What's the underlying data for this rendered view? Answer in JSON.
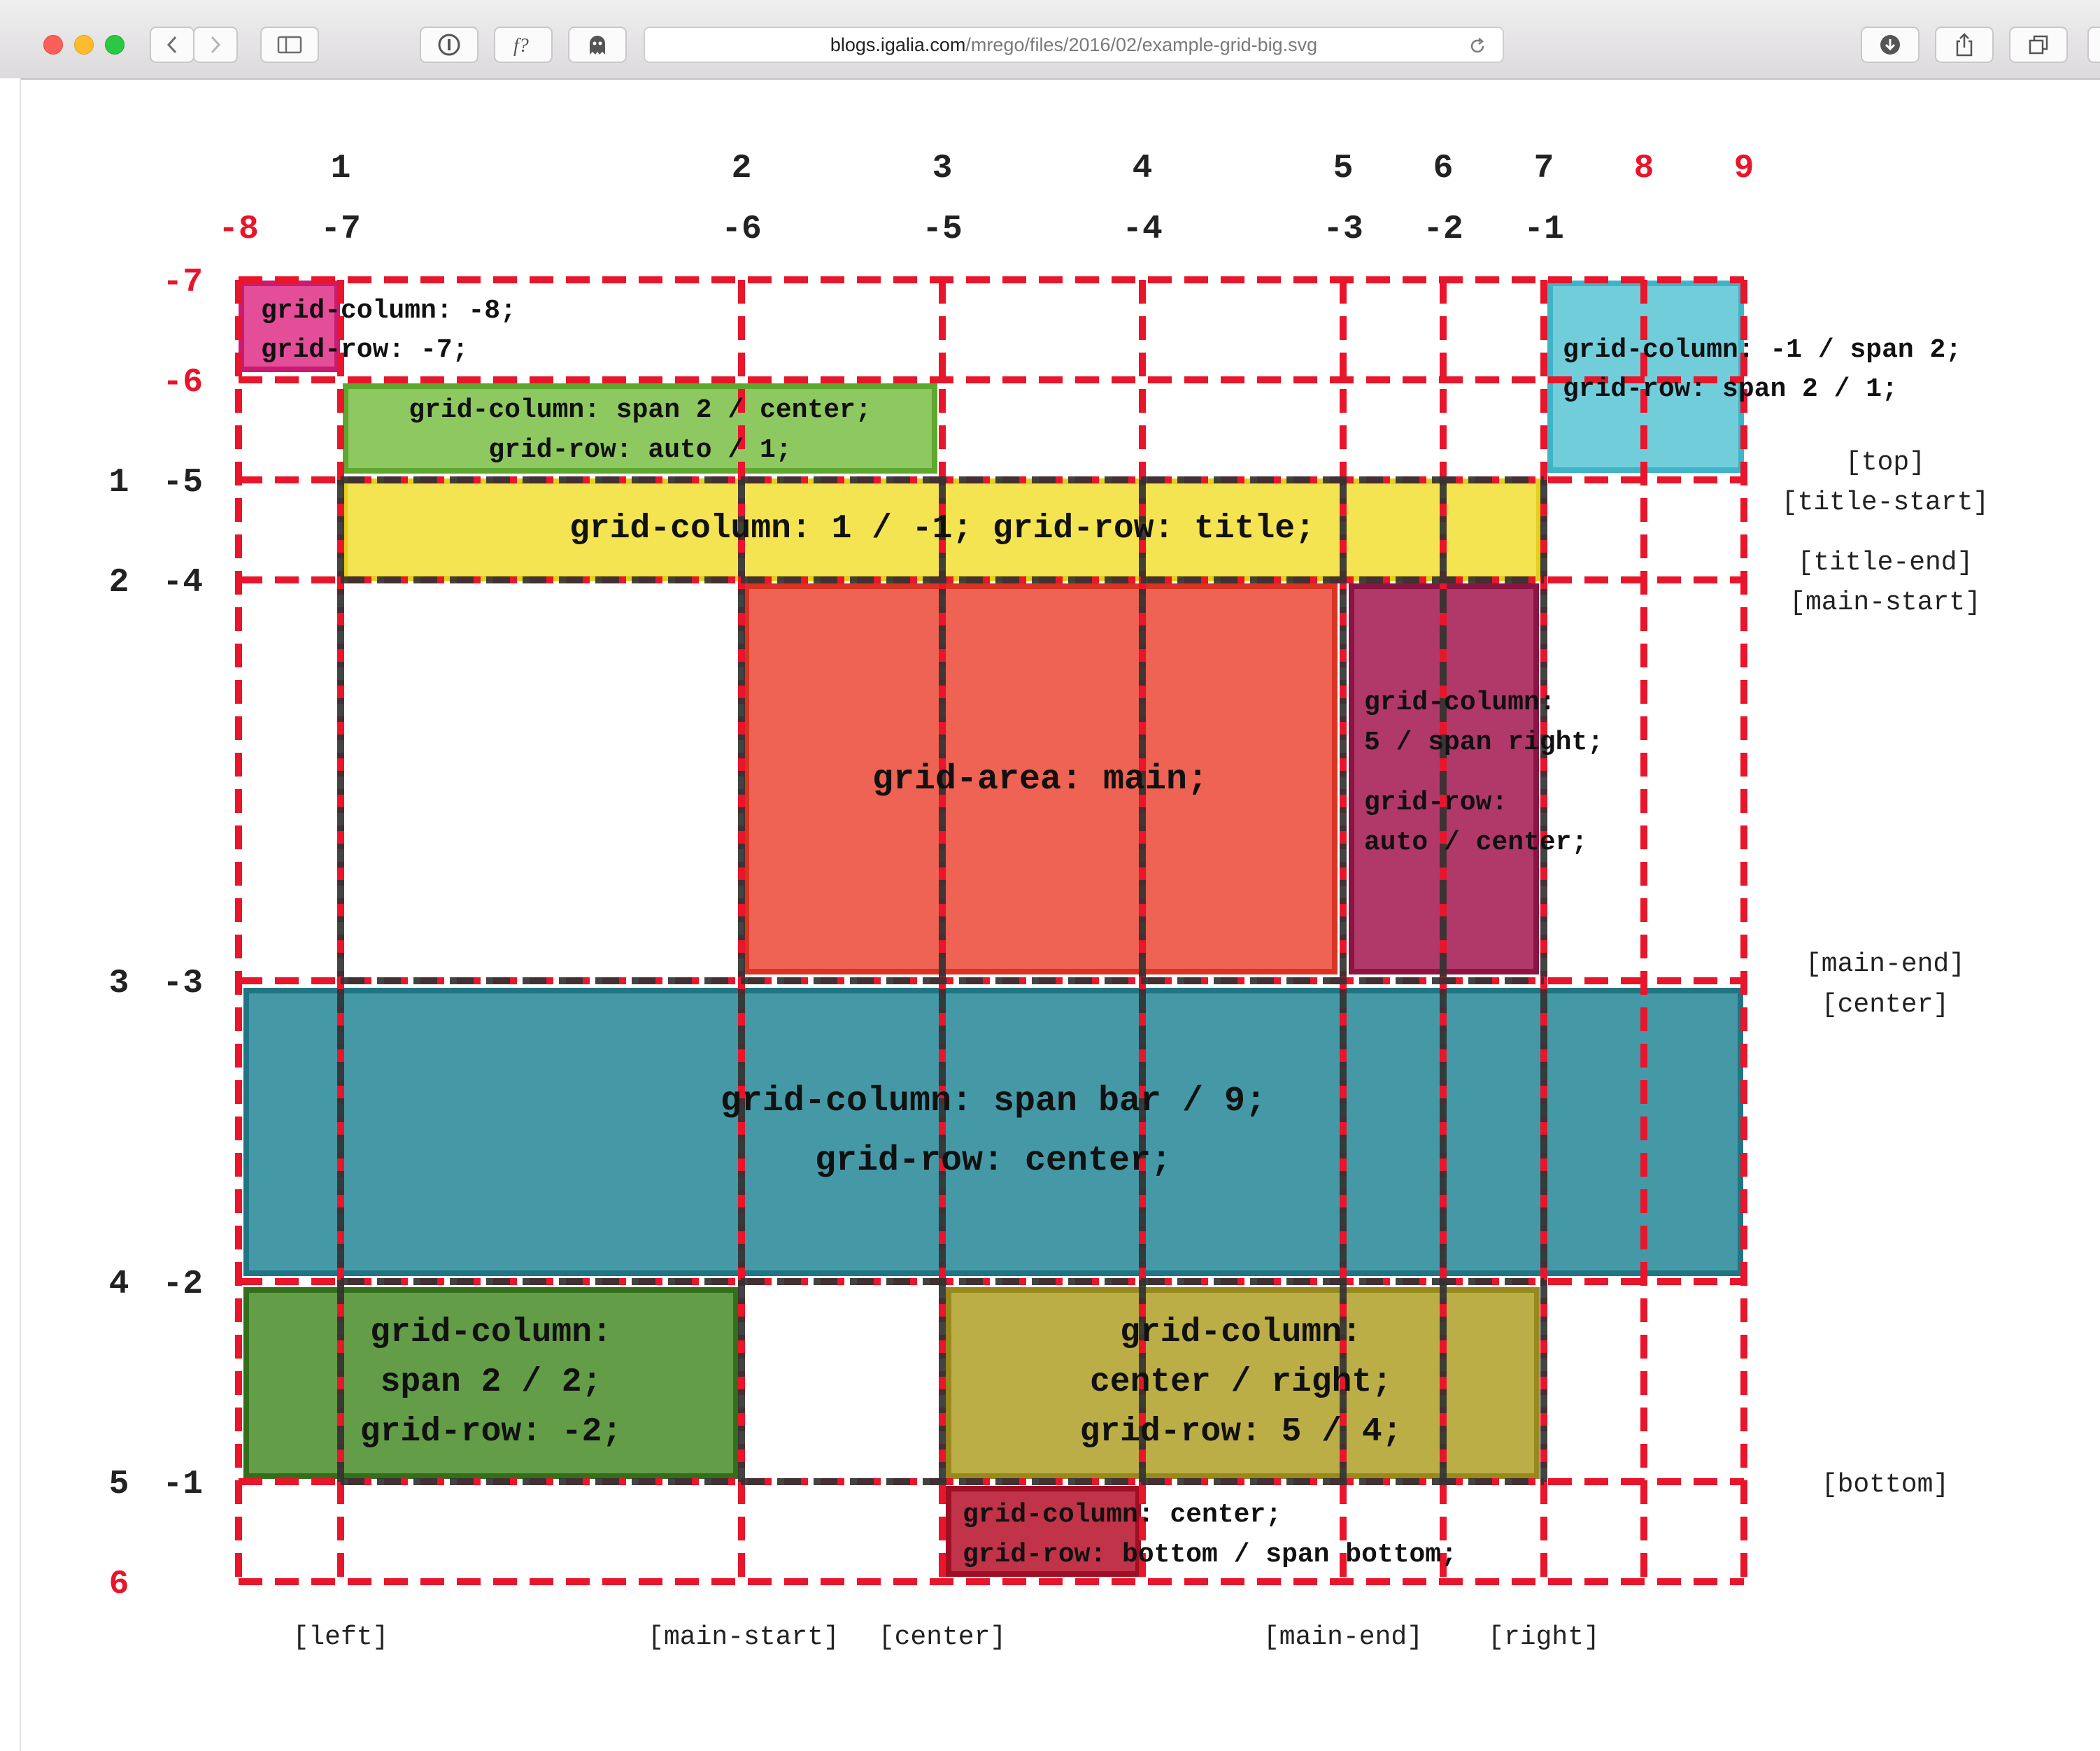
{
  "browser": {
    "url_host": "blogs.igalia.com",
    "url_path": "/mrego/files/2016/02/example-grid-big.svg"
  },
  "column_numbers_positive": [
    "1",
    "2",
    "3",
    "4",
    "5",
    "6",
    "7",
    "8",
    "9"
  ],
  "column_numbers_negative": [
    "-8",
    "-7",
    "-6",
    "-5",
    "-4",
    "-3",
    "-2",
    "-1"
  ],
  "row_numbers_negative": [
    "-7",
    "-6",
    "-5",
    "-4",
    "-3",
    "-2",
    "-1"
  ],
  "row_numbers_positive": [
    "1",
    "2",
    "3",
    "4",
    "5",
    "6"
  ],
  "row_line_names": [
    "[top]",
    "[title-start]",
    "[title-end]",
    "[main-start]",
    "[main-end]",
    "[center]",
    "[bottom]"
  ],
  "column_line_names": [
    "[left]",
    "[main-start]",
    "[center]",
    "[main-end]",
    "[right]"
  ],
  "items": {
    "pink": [
      "grid-column: -8;",
      "grid-row: -7;"
    ],
    "cyan": [
      "grid-column: -1 / span 2;",
      "grid-row: span 2 / 1;"
    ],
    "lightgreen": [
      "grid-column: span 2 / center;",
      "grid-row: auto / 1;"
    ],
    "yellow": [
      "grid-column: 1 / -1; grid-row: title;"
    ],
    "main": [
      "grid-area: main;"
    ],
    "purple": [
      "grid-column:",
      "5 / span right;",
      "grid-row:",
      "auto / center;"
    ],
    "teal": [
      "grid-column: span bar / 9;",
      "grid-row: center;"
    ],
    "darkgreen": [
      "grid-column:",
      "span 2 / 2;",
      "grid-row: -2;"
    ],
    "olive": [
      "grid-column:",
      "center / right;",
      "grid-row: 5 / 4;"
    ],
    "crimson": [
      "grid-column: center;",
      "grid-row: bottom / span bottom;"
    ]
  },
  "colors": {
    "outer_grid": "#e8152b",
    "inner_grid": "#333333",
    "negative_label": "#e8152b",
    "pink": "#e0368a",
    "cyan": "#5fc6d6",
    "lightgreen": "#7ec04a",
    "yellow": "#f3e03a",
    "main": "#ec4d3b",
    "purple": "#a61e55",
    "teal": "#2b8b9a",
    "darkgreen": "#4e8f2f",
    "olive": "#b3a32e",
    "crimson": "#b8172f"
  }
}
